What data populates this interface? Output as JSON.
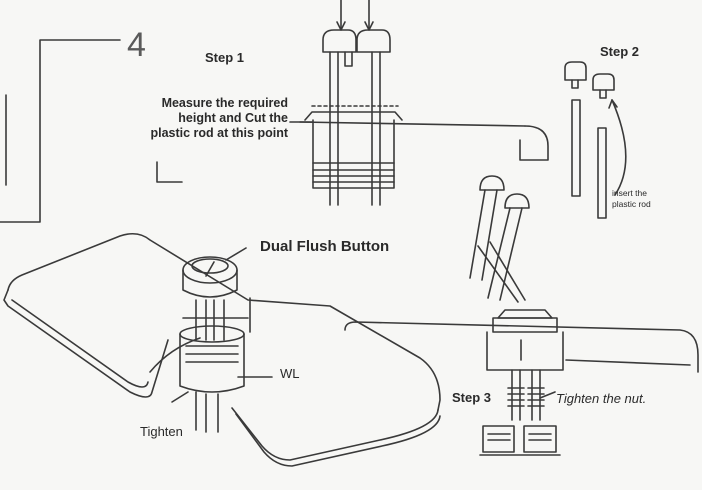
{
  "diagram": {
    "step_number": "4",
    "labels": {
      "step1": "Step 1",
      "step2": "Step 2",
      "step3": "Step 3",
      "measure_instruction": [
        "Measure the required",
        "height and Cut the",
        "plastic rod at this point"
      ],
      "insert_rod": [
        "insert the",
        "plastic rod"
      ],
      "dual_flush_button": "Dual Flush Button",
      "water_level": "WL",
      "tighten": "Tighten",
      "tighten_nut": "Tighten the nut."
    }
  }
}
